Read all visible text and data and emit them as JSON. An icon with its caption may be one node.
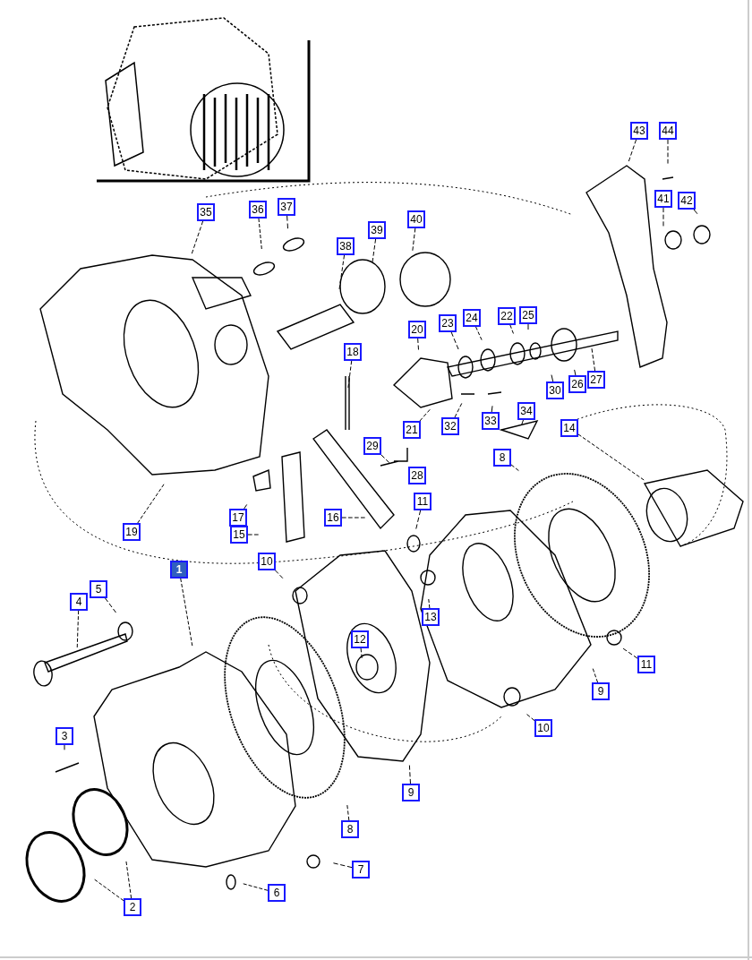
{
  "diagram": {
    "nodes": [
      {
        "text": [
          "1"
        ]
      },
      {
        "text": [
          "2"
        ]
      },
      {
        "text": [
          "3"
        ]
      },
      {
        "text": [
          "4"
        ]
      },
      {
        "text": [
          "5"
        ]
      },
      {
        "text": [
          "6"
        ]
      },
      {
        "text": [
          "7"
        ]
      },
      {
        "text": [
          "8"
        ]
      },
      {
        "text": [
          "9"
        ]
      },
      {
        "text": [
          "10"
        ]
      },
      {
        "text": [
          "11"
        ]
      },
      {
        "text": [
          "12"
        ]
      },
      {
        "text": [
          "13"
        ]
      },
      {
        "text": [
          "10"
        ]
      },
      {
        "text": [
          "9"
        ]
      },
      {
        "text": [
          "11"
        ]
      },
      {
        "text": [
          "8"
        ]
      },
      {
        "text": [
          "14"
        ]
      },
      {
        "text": [
          "15"
        ]
      },
      {
        "text": [
          "16"
        ]
      },
      {
        "text": [
          "17"
        ]
      },
      {
        "text": [
          "29"
        ]
      },
      {
        "text": [
          "28"
        ]
      },
      {
        "text": [
          "18"
        ]
      },
      {
        "text": [
          "19"
        ]
      },
      {
        "text": [
          "20"
        ]
      },
      {
        "text": [
          "21"
        ]
      },
      {
        "text": [
          "32"
        ]
      },
      {
        "text": [
          "33"
        ]
      },
      {
        "text": [
          "34"
        ]
      },
      {
        "text": [
          "23"
        ]
      },
      {
        "text": [
          "24"
        ]
      },
      {
        "text": [
          "22"
        ]
      },
      {
        "text": [
          "25"
        ]
      },
      {
        "text": [
          "30"
        ]
      },
      {
        "text": [
          "26"
        ]
      },
      {
        "text": [
          "27"
        ]
      },
      {
        "text": [
          "38"
        ]
      },
      {
        "text": [
          "39"
        ]
      },
      {
        "text": [
          "40"
        ]
      },
      {
        "text": [
          "43"
        ]
      },
      {
        "text": [
          "44"
        ]
      },
      {
        "text": [
          "41"
        ]
      },
      {
        "text": [
          "42"
        ]
      },
      {
        "text": [
          "35"
        ]
      },
      {
        "text": [
          "36"
        ]
      },
      {
        "text": [
          "37"
        ]
      }
    ],
    "edges": [
      {
        "from": 0,
        "to": null,
        "arrow": "none"
      },
      {
        "from": 1,
        "to": null,
        "arrow": "none"
      },
      {
        "from": 1,
        "to": null,
        "arrow": "none"
      },
      {
        "from": 2,
        "to": null,
        "arrow": "none"
      },
      {
        "from": 3,
        "to": null,
        "arrow": "none"
      },
      {
        "from": 4,
        "to": null,
        "arrow": "none"
      },
      {
        "from": 5,
        "to": null,
        "arrow": "none"
      },
      {
        "from": 6,
        "to": null,
        "arrow": "none"
      },
      {
        "from": 7,
        "to": null,
        "arrow": "none"
      },
      {
        "from": 8,
        "to": null,
        "arrow": "none"
      },
      {
        "from": 9,
        "to": null,
        "arrow": "none"
      },
      {
        "from": 10,
        "to": null,
        "arrow": "none"
      },
      {
        "from": 11,
        "to": null,
        "arrow": "none"
      },
      {
        "from": 12,
        "to": null,
        "arrow": "none"
      },
      {
        "from": 13,
        "to": null,
        "arrow": "none"
      },
      {
        "from": 14,
        "to": null,
        "arrow": "none"
      },
      {
        "from": 15,
        "to": null,
        "arrow": "none"
      },
      {
        "from": 16,
        "to": null,
        "arrow": "none"
      },
      {
        "from": 17,
        "to": null,
        "arrow": "none"
      },
      {
        "from": 18,
        "to": null,
        "arrow": "none"
      },
      {
        "from": 19,
        "to": null,
        "arrow": "none"
      },
      {
        "from": 20,
        "to": null,
        "arrow": "none"
      },
      {
        "from": 21,
        "to": null,
        "arrow": "none"
      },
      {
        "from": 23,
        "to": null,
        "arrow": "none"
      },
      {
        "from": 24,
        "to": null,
        "arrow": "none"
      },
      {
        "from": 25,
        "to": null,
        "arrow": "none"
      },
      {
        "from": 26,
        "to": null,
        "arrow": "none"
      },
      {
        "from": 27,
        "to": null,
        "arrow": "none"
      },
      {
        "from": 28,
        "to": null,
        "arrow": "none"
      },
      {
        "from": 29,
        "to": null,
        "arrow": "none"
      },
      {
        "from": 30,
        "to": null,
        "arrow": "none"
      },
      {
        "from": 31,
        "to": null,
        "arrow": "none"
      },
      {
        "from": 32,
        "to": null,
        "arrow": "none"
      },
      {
        "from": 33,
        "to": null,
        "arrow": "none"
      },
      {
        "from": 34,
        "to": null,
        "arrow": "none"
      },
      {
        "from": 35,
        "to": null,
        "arrow": "none"
      },
      {
        "from": 36,
        "to": null,
        "arrow": "none"
      },
      {
        "from": 37,
        "to": null,
        "arrow": "none"
      },
      {
        "from": 38,
        "to": null,
        "arrow": "none"
      },
      {
        "from": 39,
        "to": null,
        "arrow": "none"
      },
      {
        "from": 40,
        "to": null,
        "arrow": "none"
      },
      {
        "from": 41,
        "to": null,
        "arrow": "none"
      },
      {
        "from": 42,
        "to": null,
        "arrow": "none"
      },
      {
        "from": 43,
        "to": null,
        "arrow": "none"
      },
      {
        "from": 44,
        "to": null,
        "arrow": "none"
      },
      {
        "from": 45,
        "to": null,
        "arrow": "none"
      },
      {
        "from": 46,
        "to": null,
        "arrow": "none"
      }
    ]
  }
}
